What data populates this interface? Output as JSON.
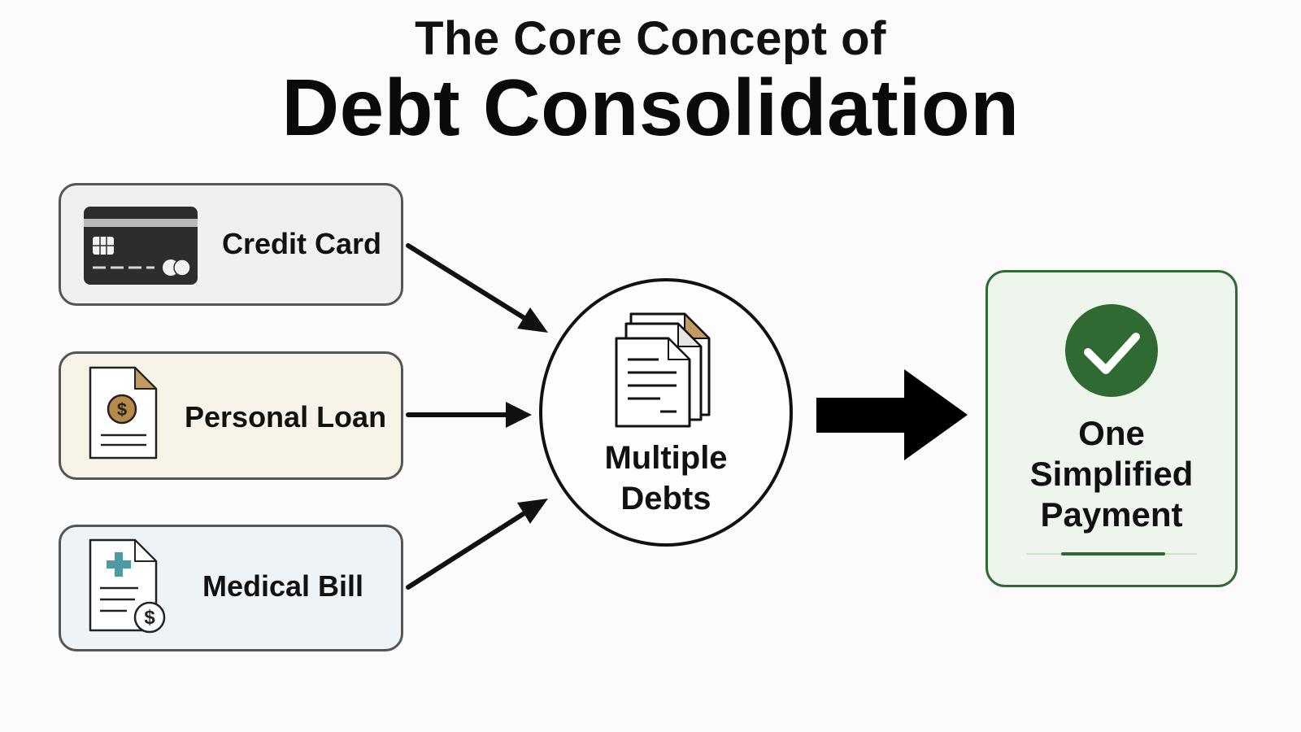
{
  "title": {
    "line1": "The Core Concept of",
    "line2": "Debt Consolidation"
  },
  "debts": [
    {
      "label": "Credit Card",
      "icon": "credit-card-icon"
    },
    {
      "label": "Personal Loan",
      "icon": "loan-document-icon"
    },
    {
      "label": "Medical Bill",
      "icon": "medical-bill-icon"
    }
  ],
  "middle": {
    "label_line1": "Multiple",
    "label_line2": "Debts",
    "icon": "stacked-documents-icon"
  },
  "result": {
    "label_line1": "One",
    "label_line2": "Simplified",
    "label_line3": "Payment",
    "icon": "check-circle-icon"
  },
  "colors": {
    "credit_bg": "#f0f0f0",
    "loan_bg": "#f8f3e8",
    "medical_bg": "#edf3f6",
    "result_bg": "#eef5ec",
    "result_accent": "#2f6a33",
    "coin_gold": "#b88a4a",
    "medical_teal": "#4c9aa3"
  }
}
